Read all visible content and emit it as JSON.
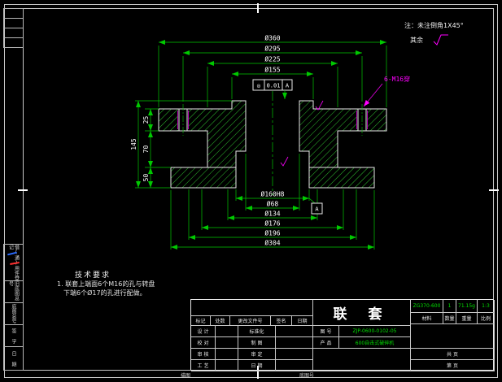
{
  "colors": {
    "background": "#000000",
    "line_green": "#00c800",
    "hatch_green": "#2fbf2f",
    "magenta": "#ff00ff",
    "white": "#ffffff"
  },
  "notes": {
    "chamfer": "注：未注倒角1X45°",
    "rest": "其余"
  },
  "drawing": {
    "top_dims": [
      "Ø360",
      "Ø295",
      "Ø225",
      "Ø155"
    ],
    "gdt": {
      "symbol": "◎",
      "tolerance": "0.01",
      "datum": "A"
    },
    "bolt_note": "6-M16穿",
    "datum_label": "A",
    "bottom_dims": [
      "Ø160H8",
      "Ø68",
      "Ø134",
      "Ø176",
      "Ø196",
      "Ø304"
    ],
    "left_dims": [
      "25",
      "70",
      "50"
    ],
    "overall_height": "145"
  },
  "tech_req": {
    "title": "技术要求",
    "line1": "1. 联套上端面6个M16的孔与转盘",
    "line2": "下端6个Ø17的孔进行配做。"
  },
  "tb": {
    "h1": "标记",
    "h2": "处数",
    "h3": "更改文件号",
    "h4": "签名",
    "h5": "日期",
    "design": "设 计",
    "standardize": "标准化",
    "check": "校 对",
    "draft": "制 图",
    "audit": "审 核",
    "approve": "审 定",
    "process": "工 艺",
    "date": "日 期",
    "part_name": "联 套",
    "fig_label": "图 号",
    "fig_no": "ZJP-0600-0102-05",
    "prod_label": "产 品",
    "product": "600自击式破碎机",
    "material": "ZG370-600",
    "qty": "1",
    "weight": "71.15g",
    "scale": "1:3",
    "material_label": "材料",
    "qty_label": "数量",
    "weight_label": "重量",
    "scale_label": "比例",
    "pages_total": "共    页",
    "page_no": "第    页"
  },
  "margin": {
    "strip": [
      "借(通)用件登记",
      "旧底图总号",
      "底图总号",
      "签 字",
      "日 期"
    ],
    "bottom1": "描图",
    "bottom2": "底图号"
  }
}
